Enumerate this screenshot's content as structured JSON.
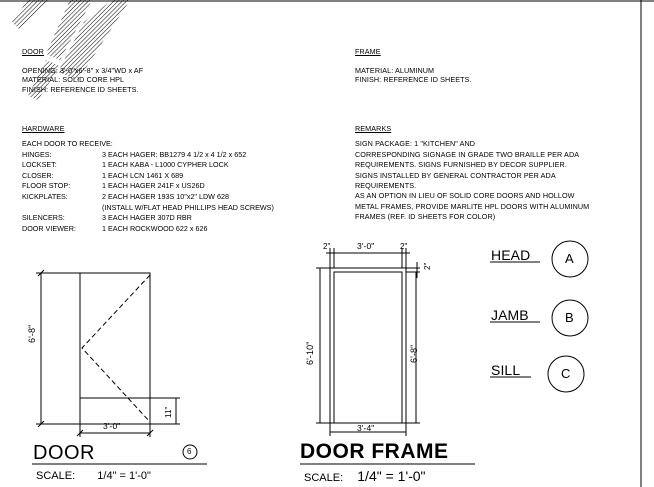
{
  "door_spec": {
    "heading": "DOOR",
    "lines": [
      "OPENING: 3'-0\"x6'-8\" x 3/4\"WD x AF",
      "MATERIAL: SOLID CORE HPL",
      "FINISH: REFERENCE ID SHEETS."
    ]
  },
  "frame_spec": {
    "heading": "FRAME",
    "lines": [
      "MATERIAL: ALUMINUM",
      "FINISH: REFERENCE ID SHEETS."
    ]
  },
  "hardware": {
    "heading": "HARDWARE",
    "intro": "EACH DOOR TO RECEIVE:",
    "items": [
      {
        "k": "HINGES:",
        "v": "3 EACH HAGER: BB1279 4 1/2 x 4 1/2 x 652"
      },
      {
        "k": "LOCKSET:",
        "v": "1 EACH KABA - L1000 CYPHER LOCK"
      },
      {
        "k": "CLOSER:",
        "v": "1 EACH LCN 1461 X 689"
      },
      {
        "k": "FLOOR STOP:",
        "v": "1 EACH HAGER 241F x US26D"
      },
      {
        "k": "KICKPLATES:",
        "v": "2 EACH HAGER 193S 10\"x2\" LDW 628"
      },
      {
        "k": "",
        "v": "(INSTALL W/FLAT HEAD PHILLIPS HEAD SCREWS)"
      },
      {
        "k": "SILENCERS:",
        "v": "3 EACH HAGER 307D RBR"
      },
      {
        "k": "DOOR VIEWER:",
        "v": "1 EACH ROCKWOOD 622 x 626"
      }
    ]
  },
  "remarks": {
    "heading": "REMARKS",
    "lines": [
      "SIGN PACKAGE: 1 \"KITCHEN\" AND",
      "CORRESPONDING SIGNAGE IN GRADE TWO BRAILLE PER ADA",
      "REQUIREMENTS.  SIGNS FURNISHED BY DECOR SUPPLIER.",
      "SIGNS INSTALLED BY GENERAL CONTRACTOR PER ADA",
      "REQUIREMENTS.",
      "AS AN OPTION IN LIEU OF SOLID CORE DOORS AND HOLLOW",
      "METAL FRAMES, PROVIDE MARLITE HPL DOORS WITH ALUMINUM",
      "FRAMES (REF. ID SHEETS FOR COLOR)"
    ]
  },
  "door_drawing": {
    "height_dim": "6'-8\"",
    "width_dim": "3'-0\"",
    "kick_dim": "11\"",
    "title": "DOOR",
    "number": "6",
    "scale_label": "SCALE:",
    "scale_value": "1/4\" = 1'-0\""
  },
  "frame_drawing": {
    "top_left_dim": "2\"",
    "top_mid_dim": "3'-0\"",
    "top_right_dim": "2\"",
    "head_dim": "2\"",
    "outer_height_dim": "6'-10\"",
    "inner_height_dim": "6'-8\"",
    "bottom_dim": "3'-4\"",
    "title": "DOOR FRAME",
    "scale_label": "SCALE:",
    "scale_value": "1/4\" = 1'-0\""
  },
  "details": [
    {
      "label": "HEAD",
      "tag": "A"
    },
    {
      "label": "JAMB",
      "tag": "B"
    },
    {
      "label": "SILL",
      "tag": "C"
    }
  ]
}
